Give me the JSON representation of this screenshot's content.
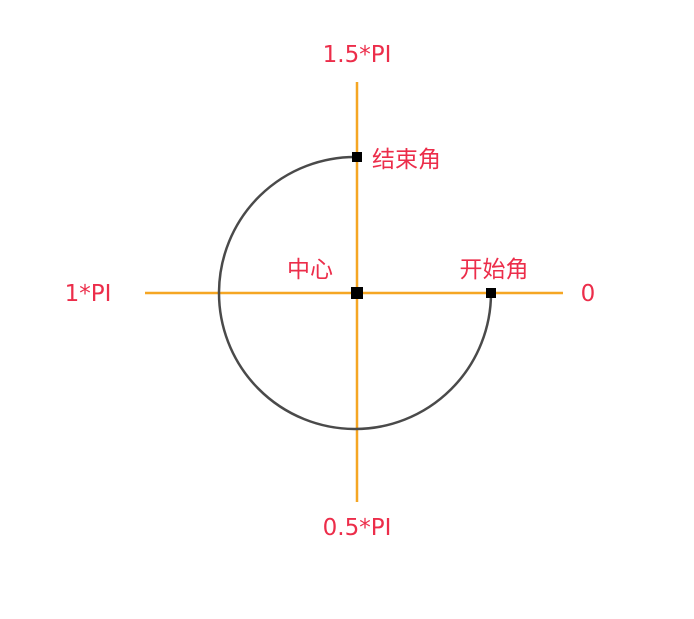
{
  "labels": {
    "top_angle": "1.5*PI",
    "bottom_angle": "0.5*PI",
    "left_angle": "1*PI",
    "right_angle": "0",
    "center": "中心",
    "start_angle": "开始角",
    "end_angle": "结束角"
  },
  "colors": {
    "label": "#ec2d4a",
    "axis": "#f5a623",
    "arc": "#4a4a4a",
    "marker": "#000000",
    "background": "#ffffff"
  },
  "arc": {
    "start_angle_rad": 0,
    "end_angle_rad_expr": "1.5*PI",
    "direction": "clockwise"
  }
}
